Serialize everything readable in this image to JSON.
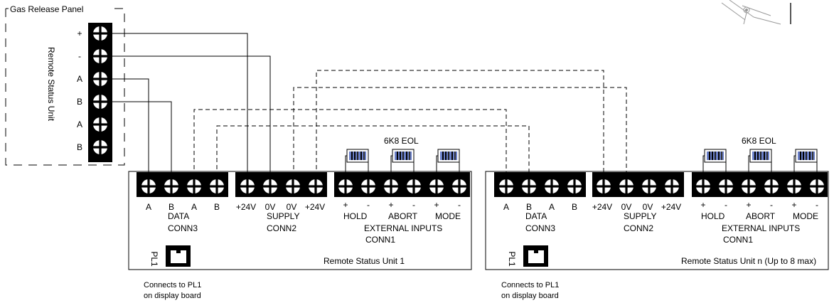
{
  "panel": {
    "title": "Gas Release Panel",
    "unit_label": "Remote Status Unit",
    "terminals": [
      "+",
      "-",
      "A",
      "B",
      "A",
      "B"
    ]
  },
  "units": [
    {
      "id": "unit1",
      "name": "Remote Status Unit 1",
      "eol_label": "6K8 EOL",
      "pl_label": "PL1",
      "note_line1": "Connects to PL1",
      "note_line2": "on display board",
      "data": {
        "pins": [
          "A",
          "B",
          "A",
          "B"
        ],
        "title": "DATA",
        "conn": "CONN3"
      },
      "supply": {
        "pins": [
          "+24V",
          "0V",
          "0V",
          "+24V"
        ],
        "title": "SUPPLY",
        "conn": "CONN2"
      },
      "inputs": {
        "pins": [
          "+",
          "-",
          "+",
          "-",
          "+",
          "-"
        ],
        "groups": [
          "HOLD",
          "ABORT",
          "MODE"
        ],
        "title": "EXTERNAL INPUTS",
        "conn": "CONN1"
      }
    },
    {
      "id": "unitn",
      "name": "Remote Status Unit n (Up to 8 max)",
      "eol_label": "6K8 EOL",
      "pl_label": "PL1",
      "note_line1": "Connects to PL1",
      "note_line2": "on display board",
      "data": {
        "pins": [
          "A",
          "B",
          "A",
          "B"
        ],
        "title": "DATA",
        "conn": "CONN3"
      },
      "supply": {
        "pins": [
          "+24V",
          "0V",
          "0V",
          "+24V"
        ],
        "title": "SUPPLY",
        "conn": "CONN2"
      },
      "inputs": {
        "pins": [
          "+",
          "-",
          "+",
          "-",
          "+",
          "-"
        ],
        "groups": [
          "HOLD",
          "ABORT",
          "MODE"
        ],
        "title": "EXTERNAL INPUTS",
        "conn": "CONN1"
      }
    }
  ]
}
